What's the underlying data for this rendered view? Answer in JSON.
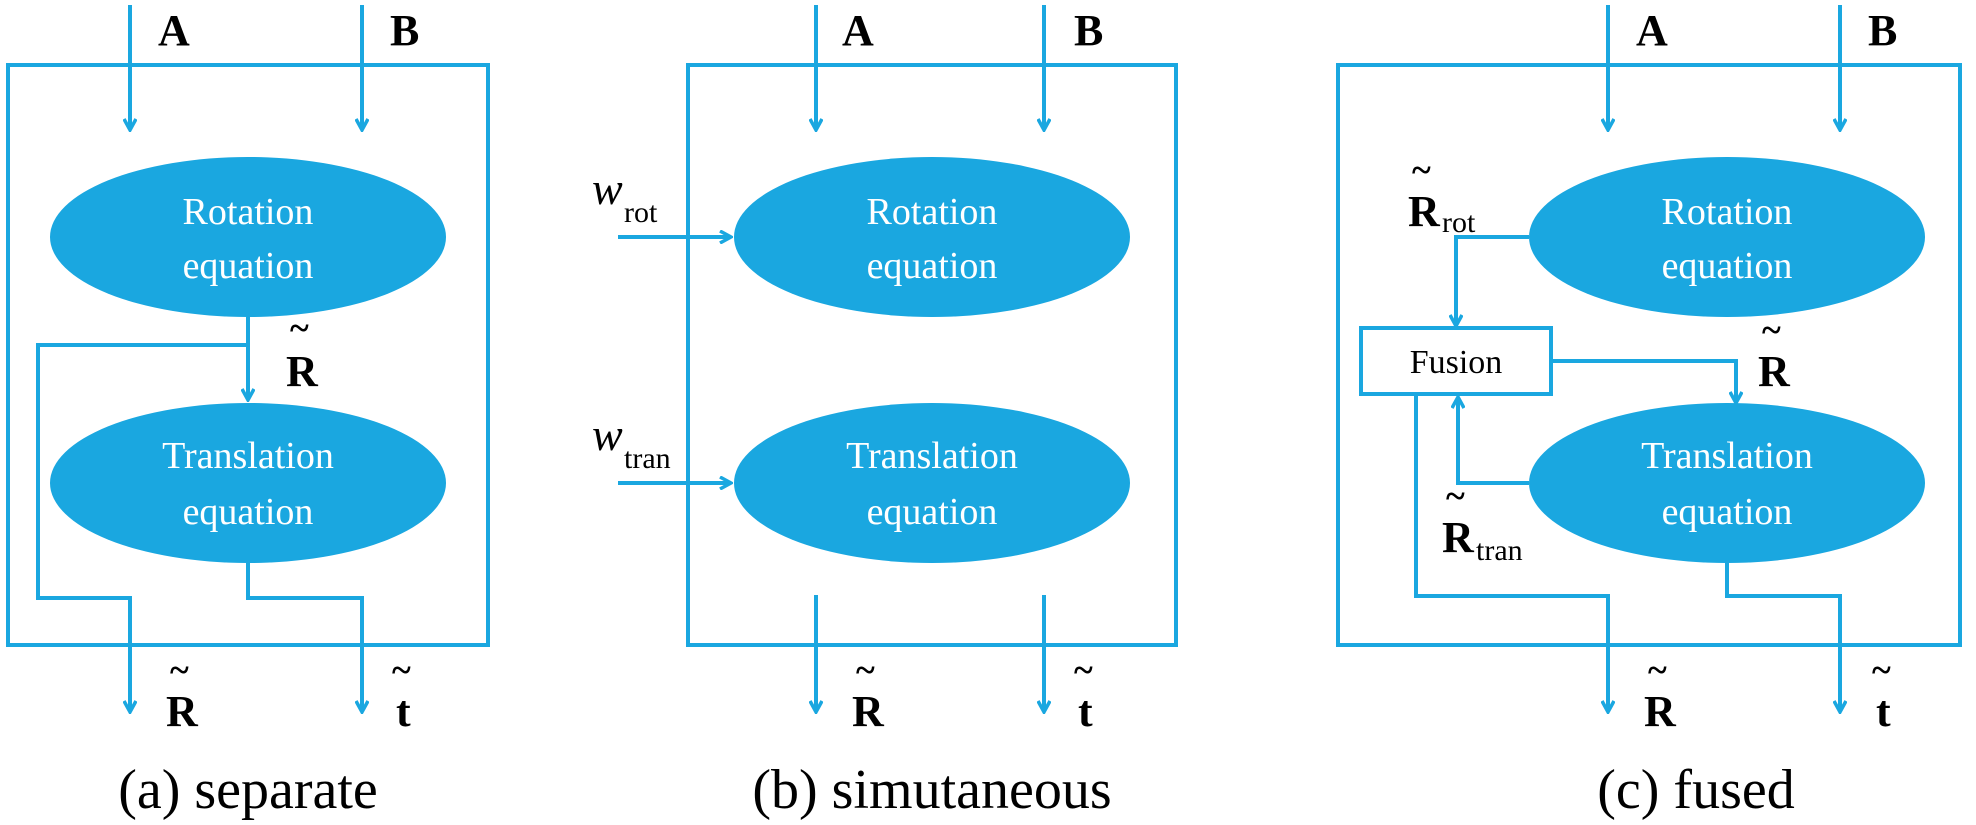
{
  "panels": {
    "separate": {
      "caption": "(a) separate",
      "input_a": "A",
      "input_b": "B",
      "rotation_line1": "Rotation",
      "rotation_line2": "equation",
      "translation_line1": "Translation",
      "translation_line2": "equation",
      "mid_label": "R",
      "out_r": "R",
      "out_t": "t",
      "tilde": "~"
    },
    "simultaneous": {
      "caption": "(b) simutaneous",
      "input_a": "A",
      "input_b": "B",
      "w_rot_base": "w",
      "w_rot_sub": "rot",
      "w_tran_base": "w",
      "w_tran_sub": "tran",
      "rotation_line1": "Rotation",
      "rotation_line2": "equation",
      "translation_line1": "Translation",
      "translation_line2": "equation",
      "out_r": "R",
      "out_t": "t",
      "tilde": "~"
    },
    "fused": {
      "caption": "(c) fused",
      "input_a": "A",
      "input_b": "B",
      "rotation_line1": "Rotation",
      "rotation_line2": "equation",
      "translation_line1": "Translation",
      "translation_line2": "equation",
      "fusion_label": "Fusion",
      "r_rot_base": "R",
      "r_rot_sub": "rot",
      "r_tran_base": "R",
      "r_tran_sub": "tran",
      "r_fused": "R",
      "out_r": "R",
      "out_t": "t",
      "tilde": "~"
    }
  },
  "colors": {
    "accent": "#1aa7e0",
    "text": "#000000",
    "ellipse_text": "#ffffff",
    "background": "#ffffff"
  }
}
